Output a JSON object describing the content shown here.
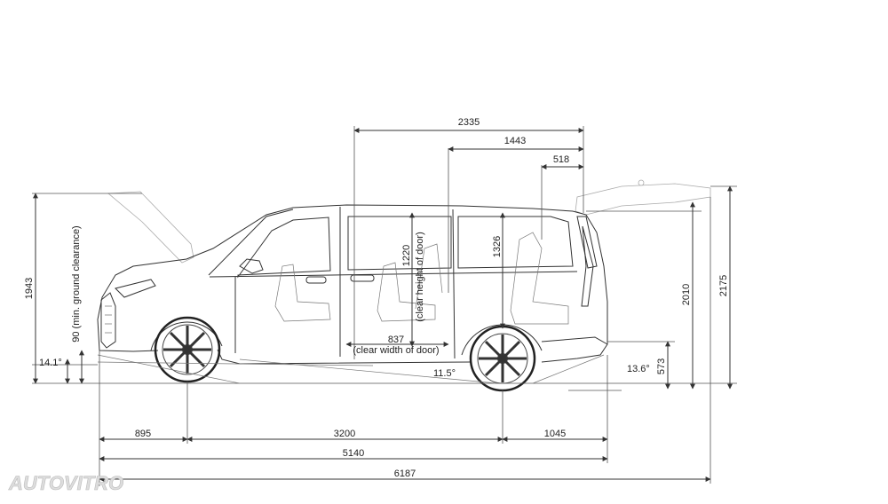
{
  "dimensions": {
    "d2335": "2335",
    "d1443": "1443",
    "d518": "518",
    "d1943": "1943",
    "ground_clearance": "90  (min. ground clearance)",
    "d1220": "1220",
    "clear_height_door": "(clear height of door)",
    "d1326": "1326",
    "d837": "837",
    "clear_width_door": "(clear width of door)",
    "d2010": "2010",
    "d2175": "2175",
    "angle_front": "14.1°",
    "angle_mid": "11.5°",
    "angle_rear": "13.6°",
    "d573": "573",
    "d895": "895",
    "d3200": "3200",
    "d1045": "1045",
    "d5140": "5140",
    "d6187": "6187"
  },
  "watermark": "AUTOVITRO",
  "colors": {
    "line": "#333333",
    "watermark": "#dddddd"
  }
}
